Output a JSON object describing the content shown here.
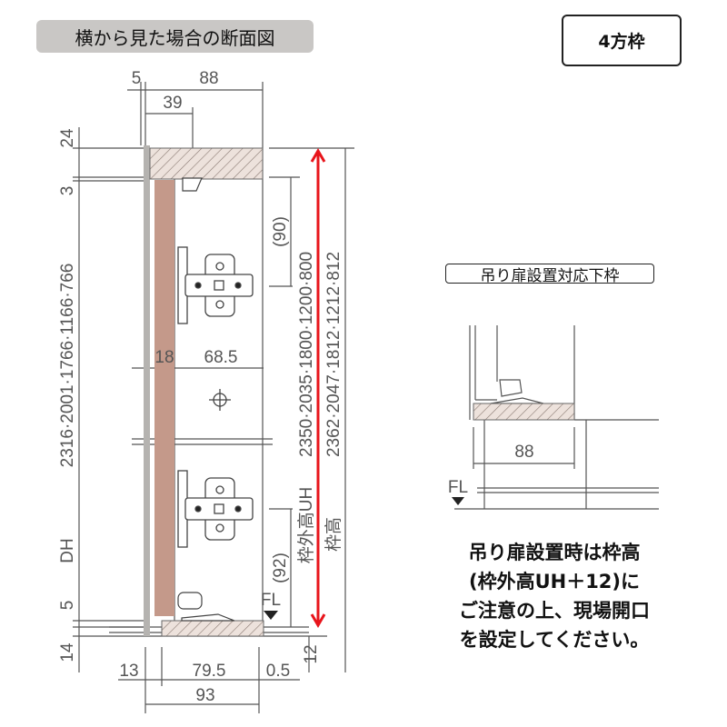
{
  "title": "横から見た場合の断面図",
  "badge": "4方枠",
  "main_diagram": {
    "top_dims": {
      "d5": "5",
      "d88": "88",
      "d39": "39"
    },
    "left_dims": {
      "d24": "24",
      "d3": "3",
      "dh_values": "2316·2001·1766·1166·766",
      "dh_label": "DH",
      "d5": "5",
      "d14": "14"
    },
    "right_dims": {
      "d90": "(90)",
      "uh_label": "枠外高UH",
      "uh_values": "2350·2035·1800·1200·800",
      "frame_label": "枠高",
      "frame_values": "2362·2047·1812·1212·812",
      "d92": "(92)",
      "d12": "12"
    },
    "inner_dims": {
      "d18": "18",
      "d68_5": "68.5"
    },
    "fl_label": "FL",
    "bottom_dims": {
      "d13": "13",
      "d79_5": "79.5",
      "d0_5": "0.5",
      "d93": "93"
    }
  },
  "sub_diagram": {
    "label": "吊り扉設置対応下枠",
    "d88": "88",
    "fl_label": "FL"
  },
  "note_lines": [
    "吊り扉設置時は枠高",
    "(枠外高UH＋12)に",
    "ご注意の上、現場開口",
    "を設定してください。"
  ],
  "colors": {
    "arrow": "#e8141b",
    "door": "#c4998a",
    "hatch_fill": "#ede2dc",
    "title_bg": "#c9c7c5"
  }
}
